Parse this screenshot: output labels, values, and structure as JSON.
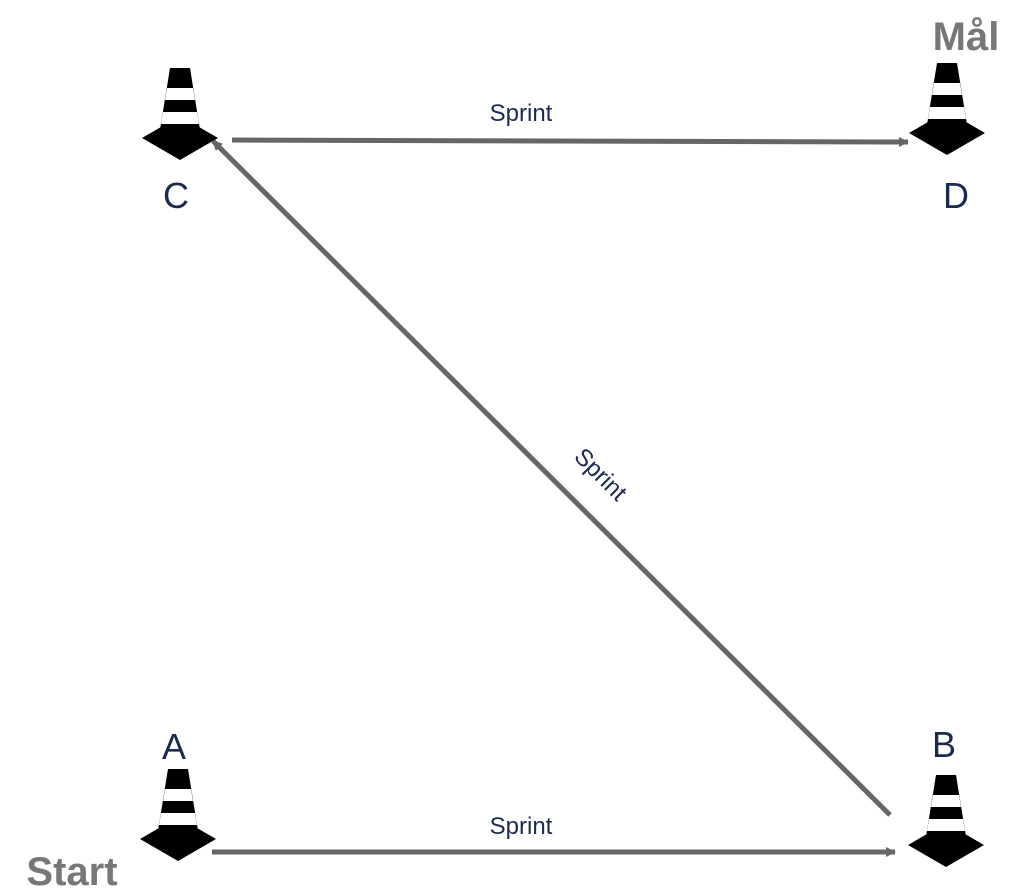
{
  "endpoints": {
    "start_label": "Start",
    "goal_label": "Mål"
  },
  "cones": [
    {
      "id": "A",
      "label": "A"
    },
    {
      "id": "B",
      "label": "B"
    },
    {
      "id": "C",
      "label": "C"
    },
    {
      "id": "D",
      "label": "D"
    }
  ],
  "legs": [
    {
      "from": "A",
      "to": "B",
      "label": "Sprint"
    },
    {
      "from": "B",
      "to": "C",
      "label": "Sprint"
    },
    {
      "from": "C",
      "to": "D",
      "label": "Sprint"
    }
  ],
  "colors": {
    "arrow": "#666666",
    "label_text": "#1b2a4e",
    "endpoint_text": "#777777",
    "cone": "#000000"
  }
}
